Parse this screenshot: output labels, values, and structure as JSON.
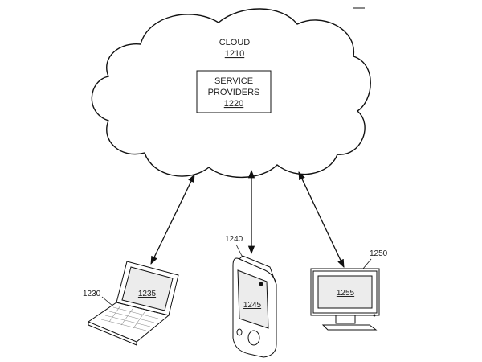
{
  "cloud": {
    "label": "CLOUD",
    "ref": "1210"
  },
  "service_providers": {
    "line1": "SERVICE",
    "line2": "PROVIDERS",
    "ref": "1220"
  },
  "laptop": {
    "ref": "1230",
    "screen_ref": "1235"
  },
  "phone": {
    "ref": "1240",
    "screen_ref": "1245"
  },
  "monitor": {
    "ref": "1250",
    "screen_ref": "1255"
  },
  "colors": {
    "line": "#111111",
    "screen_fill": "#ececec"
  },
  "icons": [
    "cloud-shape",
    "double-arrow",
    "laptop-icon",
    "phone-icon",
    "monitor-icon"
  ]
}
